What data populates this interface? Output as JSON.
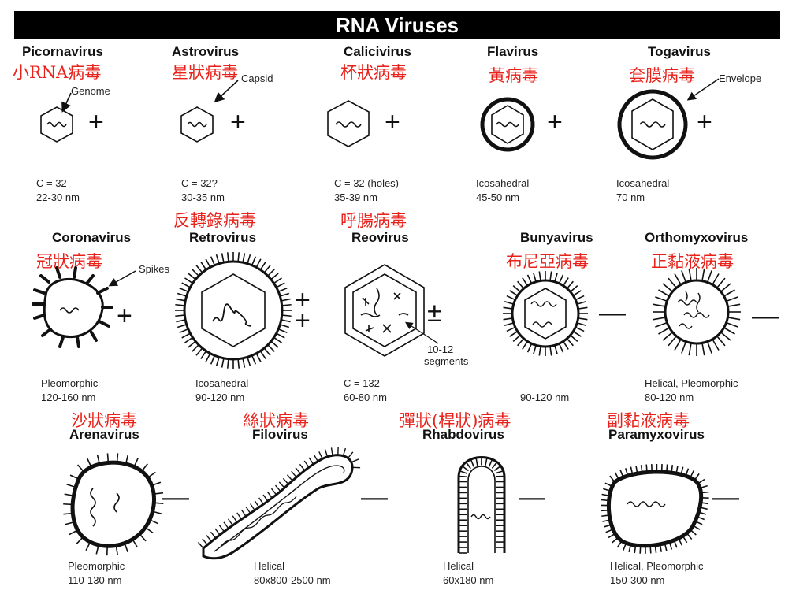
{
  "header": {
    "title": "RNA Viruses"
  },
  "row1": [
    {
      "name": "Picornavirus",
      "zh": "小RNA病毒",
      "line1": "C = 32",
      "line2": "22-30 nm",
      "sign": "+"
    },
    {
      "name": "Astrovirus",
      "zh": "星狀病毒",
      "line1": "C = 32?",
      "line2": "30-35 nm",
      "sign": "+"
    },
    {
      "name": "Calicivirus",
      "zh": "杯狀病毒",
      "line1": "C = 32 (holes)",
      "line2": "35-39 nm",
      "sign": "+"
    },
    {
      "name": "Flavirus",
      "zh": "黃病毒",
      "line1": "Icosahedral",
      "line2": "45-50 nm",
      "sign": "+"
    },
    {
      "name": "Togavirus",
      "zh": "套膜病毒",
      "line1": "Icosahedral",
      "line2": "70 nm",
      "sign": "+"
    }
  ],
  "row2": [
    {
      "name": "Coronavirus",
      "zh": "冠狀病毒",
      "line1": "Pleomorphic",
      "line2": "120-160 nm",
      "sign": "+"
    },
    {
      "name": "Retrovirus",
      "zh": "反轉錄病毒",
      "line1": "Icosahedral",
      "line2": "90-120 nm",
      "sign": "++"
    },
    {
      "name": "Reovirus",
      "zh": "呼腸病毒",
      "line1": "C = 132",
      "line2": "60-80 nm",
      "sign": "±"
    },
    {
      "name": "Bunyavirus",
      "zh": "布尼亞病毒",
      "line1": "",
      "line2": "90-120 nm",
      "sign": "—"
    },
    {
      "name": "Orthomyxovirus",
      "zh": "正黏液病毒",
      "line1": "Helical, Pleomorphic",
      "line2": "80-120 nm",
      "sign": "—"
    }
  ],
  "row3": [
    {
      "name": "Arenavirus",
      "zh": "沙狀病毒",
      "line1": "Pleomorphic",
      "line2": "110-130 nm",
      "sign": "—"
    },
    {
      "name": "Filovirus",
      "zh": "絲狀病毒",
      "line1": "Helical",
      "line2": "80x800-2500 nm",
      "sign": "—"
    },
    {
      "name": "Rhabdovirus",
      "zh": "彈狀(桿狀)病毒",
      "line1": "Helical",
      "line2": "60x180 nm",
      "sign": "—"
    },
    {
      "name": "Paramyxovirus",
      "zh": "副黏液病毒",
      "line1": "Helical, Pleomorphic",
      "line2": "150-300 nm",
      "sign": "—"
    }
  ],
  "annotations": {
    "genome": "Genome",
    "capsid": "Capsid",
    "envelope": "Envelope",
    "spikes": "Spikes",
    "segments_line1": "10-12",
    "segments_line2": "segments"
  }
}
